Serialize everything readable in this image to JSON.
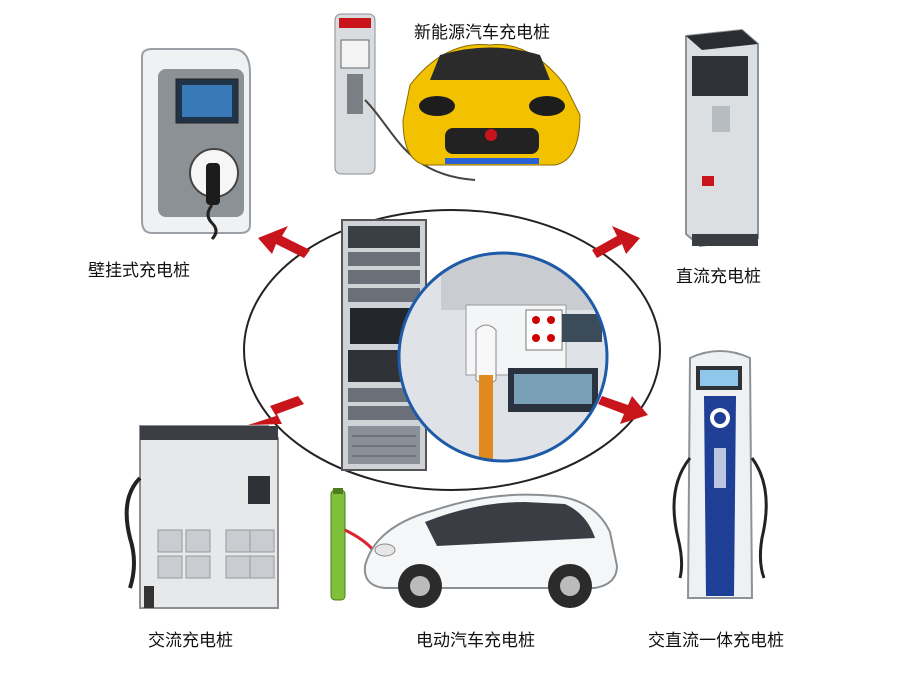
{
  "labels": {
    "new_energy": "新能源汽车充电桩",
    "wall": "壁挂式充电桩",
    "dc": "直流充电桩",
    "ac": "交流充电桩",
    "ev": "电动汽车充电桩",
    "acdc": "交直流一体充电桩"
  },
  "colors": {
    "arrow": "#c8151b",
    "ring": "#222222",
    "car_yellow": "#f2c200",
    "inset_border": "#1e5aa8",
    "pile_blue": "#1f3f96",
    "battery_green": "#7fbf3a"
  },
  "icons": {
    "center": "test-rack-icon",
    "wall": "wall-charger-icon",
    "dc": "dc-charger-icon",
    "ac": "ac-cabinet-icon",
    "ev": "electric-car-icon",
    "acdc": "ac-dc-pile-icon",
    "new_energy": "sports-car-charger-icon"
  }
}
